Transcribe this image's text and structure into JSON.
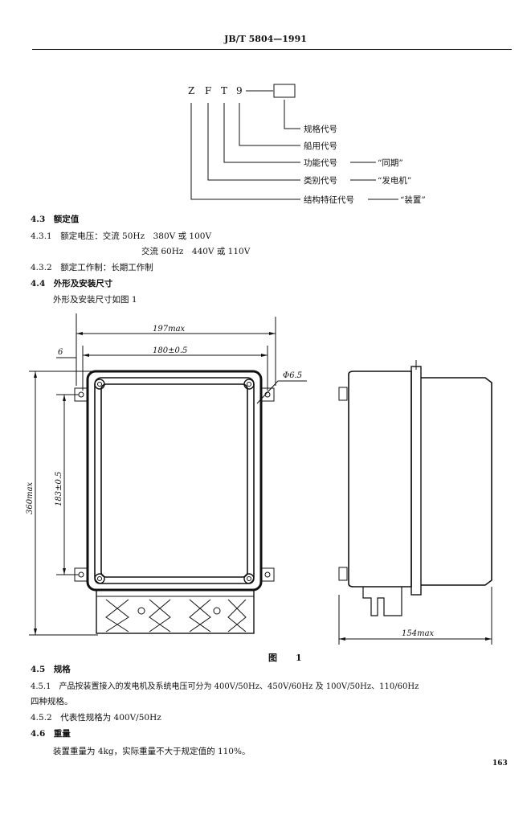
{
  "header": {
    "standard_no": "JB/T 5804—1991"
  },
  "model_code": {
    "letters": [
      "Z",
      "F",
      "T",
      "9"
    ],
    "rows": [
      {
        "label": "规格代号",
        "value": ""
      },
      {
        "label": "船用代号",
        "value": ""
      },
      {
        "label": "功能代号",
        "value": "“同期”"
      },
      {
        "label": "类别代号",
        "value": "“发电机”"
      },
      {
        "label": "结构特征代号",
        "value": "“装置”"
      }
    ]
  },
  "sections": [
    {
      "num": "4.3",
      "text": "额定值",
      "bold": true
    },
    {
      "num": "4.3.1",
      "text": "额定电压：交流 50Hz　380V 或 100V"
    },
    {
      "num": "",
      "text": "交流 60Hz　440V 或 110V",
      "indent": true
    },
    {
      "num": "4.3.2",
      "text": "额定工作制：长期工作制"
    },
    {
      "num": "4.4",
      "text": "外形及安装尺寸",
      "bold": true
    },
    {
      "num": "",
      "text": "外形及安装尺寸如图 1",
      "para": true
    }
  ],
  "figure": {
    "caption": "图　1",
    "dims": {
      "overall_width": "197max",
      "hole_spacing_w": "180±0.5",
      "edge_offset": "6",
      "hole_dia": "Φ6.5",
      "overall_height": "360max",
      "hole_spacing_h": "183±0.5",
      "depth": "154max"
    }
  },
  "sections2": [
    {
      "num": "4.5",
      "text": "规格",
      "bold": true
    },
    {
      "num": "4.5.1",
      "text": "产品按装置接入的发电机及系统电压可分为 400V/50Hz、450V/60Hz 及 100V/50Hz、110/60Hz"
    },
    {
      "num": "",
      "text": "四种规格。",
      "cont": true
    },
    {
      "num": "4.5.2",
      "text": "代表性规格为 400V/50Hz"
    },
    {
      "num": "4.6",
      "text": "重量",
      "bold": true
    },
    {
      "num": "",
      "text": "装置重量为 4kg，实际重量不大于规定值的 110%。",
      "para": true
    }
  ],
  "page_number": "163"
}
